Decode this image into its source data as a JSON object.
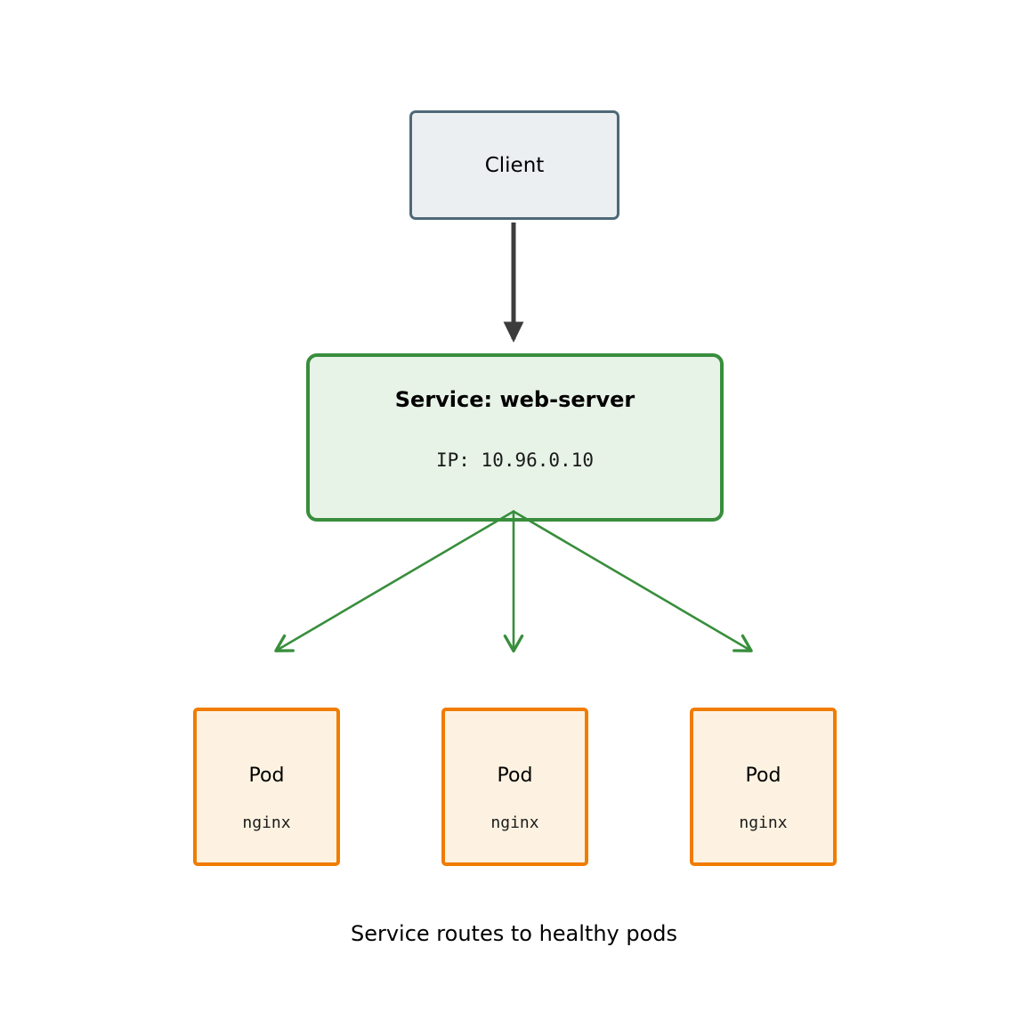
{
  "diagram": {
    "caption": "Service routes to healthy pods",
    "client": {
      "label": "Client"
    },
    "service": {
      "title": "Service: web-server",
      "ip": "IP: 10.96.0.10"
    },
    "pods": [
      {
        "title": "Pod",
        "subtitle": "nginx"
      },
      {
        "title": "Pod",
        "subtitle": "nginx"
      },
      {
        "title": "Pod",
        "subtitle": "nginx"
      }
    ],
    "colors": {
      "client_fill": "#eceff2",
      "client_border": "#4e6977",
      "service_fill": "#e8f3e8",
      "service_border": "#388e3c",
      "pod_fill": "#fdf2e1",
      "pod_border": "#f07c00",
      "arrow_dark": "#3c3c3c",
      "arrow_green": "#388e3c",
      "text": "#000000"
    }
  }
}
